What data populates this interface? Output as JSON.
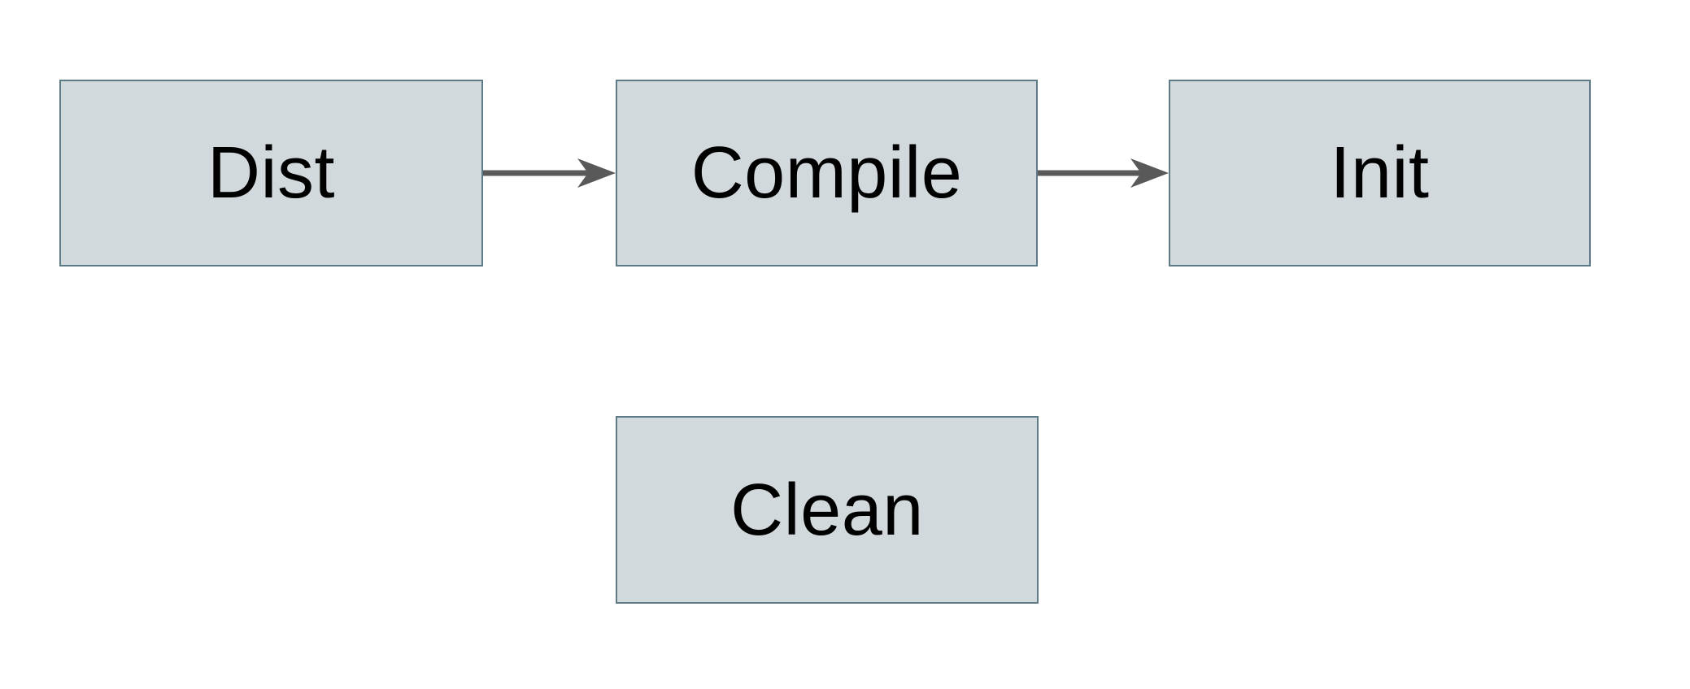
{
  "diagram": {
    "type": "flowchart",
    "colors": {
      "background": "#ffffff",
      "node_fill": "#d1d9dc",
      "node_border": "#5f7a87",
      "arrow_color": "#595959",
      "text": "#000000"
    },
    "nodes": [
      {
        "id": "dist",
        "label": "Dist"
      },
      {
        "id": "compile",
        "label": "Compile"
      },
      {
        "id": "init",
        "label": "Init"
      },
      {
        "id": "clean",
        "label": "Clean"
      }
    ],
    "edges": [
      {
        "from": "Dist",
        "to": "Compile",
        "style": "arrow-right"
      },
      {
        "from": "Compile",
        "to": "Init",
        "style": "arrow-right"
      }
    ]
  }
}
